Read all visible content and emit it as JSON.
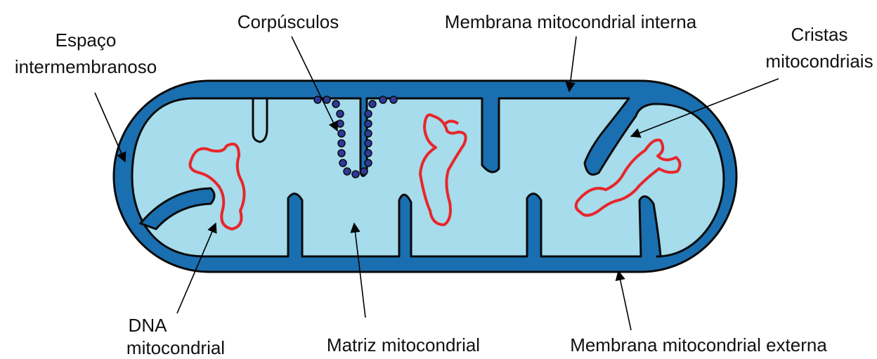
{
  "labels": {
    "espaco_line1": "Espaço",
    "espaco_line2": "intermembranoso",
    "corpusculos": "Corpúsculos",
    "membrana_interna": "Membrana mitocondrial interna",
    "cristas_line1": "Cristas",
    "cristas_line2": "mitocondriais",
    "dna_line1": "DNA",
    "dna_line2": "mitocondrial",
    "matriz": "Matriz mitocondrial",
    "membrana_externa": "Membrana mitocondrial externa"
  },
  "colors": {
    "outer_membrane": "#1a6fb0",
    "matrix": "#a6dcec",
    "outline": "#0a0a0a",
    "dna": "#e8262a",
    "ribosome": "#2e3a9a"
  }
}
